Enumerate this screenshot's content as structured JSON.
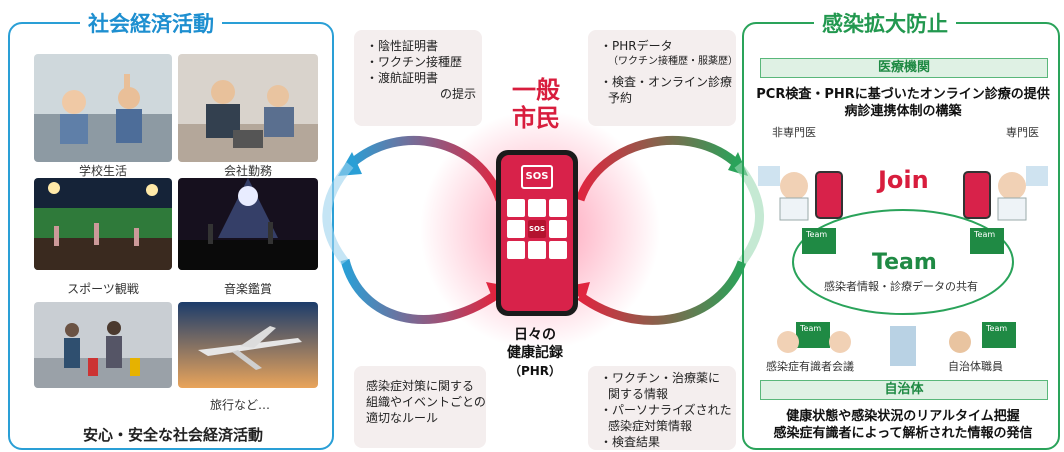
{
  "left": {
    "title": "社会経済活動",
    "labels": [
      "学校生活",
      "会社勤務",
      "スポーツ観戦",
      "音楽鑑賞",
      "旅行など…"
    ],
    "tagline": "安心・安全な社会経済活動"
  },
  "center": {
    "top_left_items": [
      "・陰性証明書",
      "・ワクチン接種歴",
      "・渡航証明書",
      "の提示"
    ],
    "top_right_items": [
      "・PHRデータ",
      "（ワクチン接種歴・服薬歴）",
      "・検査・オンライン診療",
      "予約"
    ],
    "citizen": [
      "一般",
      "市民"
    ],
    "phr": [
      "日々の",
      "健康記録",
      "（PHR）"
    ],
    "bottom_left_items": [
      "感染症対策に関する",
      "組織やイベントごとの",
      "適切なルール"
    ],
    "bottom_right_items": [
      "・ワクチン・治療薬に",
      "関する情報",
      "・パーソナライズされた",
      "感染症対策情報",
      "・検査結果"
    ],
    "app_badge": "SOS"
  },
  "right": {
    "title": "感染拡大防止",
    "medical_bar": "医療機関",
    "medical_desc": [
      "PCR検査・PHRに基づいたオンライン診療の提供",
      "病診連携体制の構築"
    ],
    "non_specialist": "非専門医",
    "specialist": "専門医",
    "join": "Join",
    "team": "Team",
    "team_mini": "Team",
    "share": "感染者情報・診療データの共有",
    "experts": "感染症有識者会議",
    "officials": "自治体職員",
    "gov_bar": "自治体",
    "gov_desc": [
      "健康状態や感染状況のリアルタイム把握",
      "感染症有識者によって解析された情報の発信"
    ]
  },
  "colors": {
    "blue": "#2a9fd6",
    "green": "#2aa35a",
    "red": "#d81d3d"
  }
}
